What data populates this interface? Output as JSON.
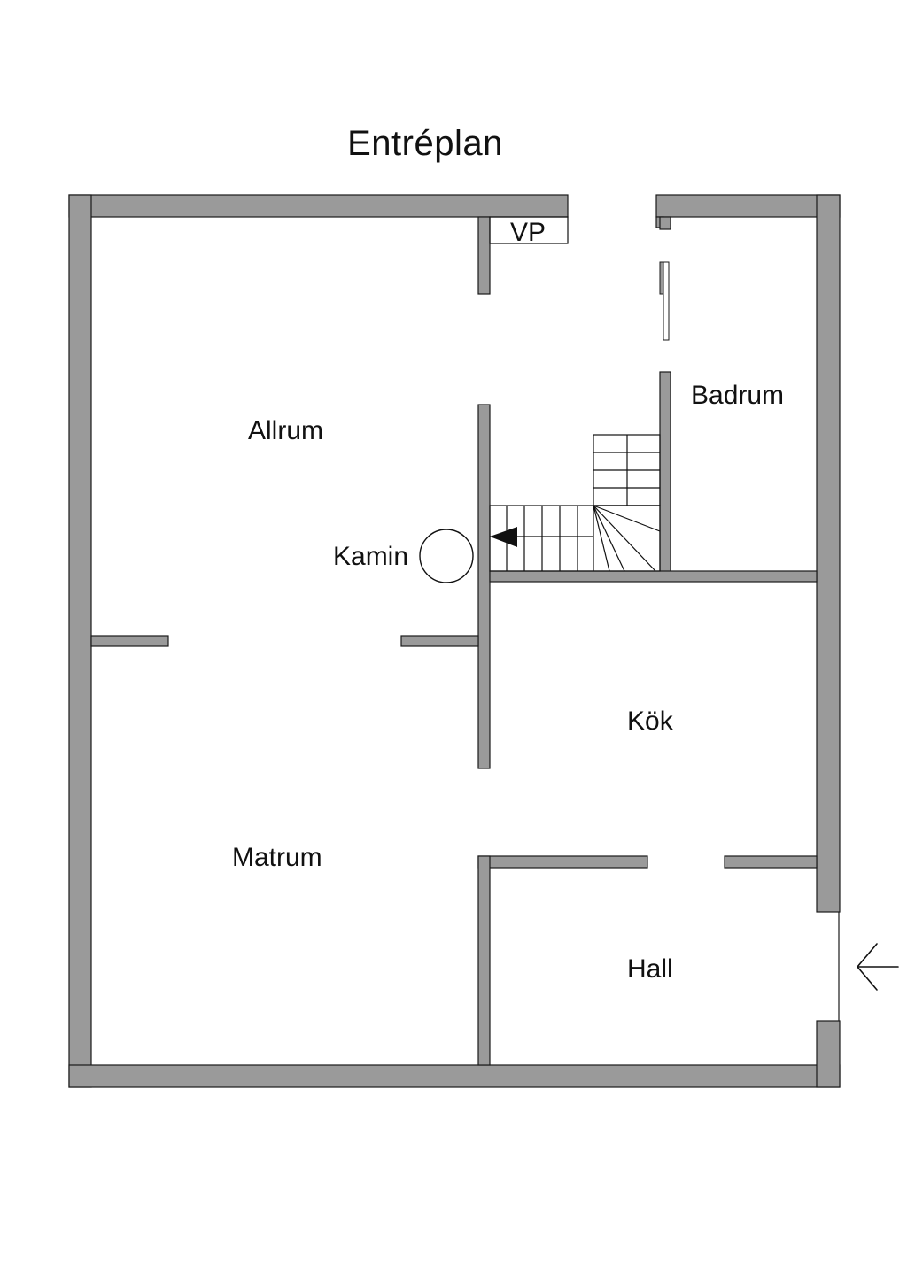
{
  "title": "Entréplan",
  "labels": {
    "vp": "VP",
    "allrum": "Allrum",
    "badrum": "Badrum",
    "kamin": "Kamin",
    "kok": "Kök",
    "matrum": "Matrum",
    "hall": "Hall"
  },
  "colors": {
    "wall": "#9a9a9a",
    "outline": "#1a1a1a",
    "background": "#ffffff"
  },
  "icons": {
    "entrance": "arrow-left-icon",
    "stair_direction": "triangle-left-icon",
    "fireplace": "circle-icon"
  }
}
